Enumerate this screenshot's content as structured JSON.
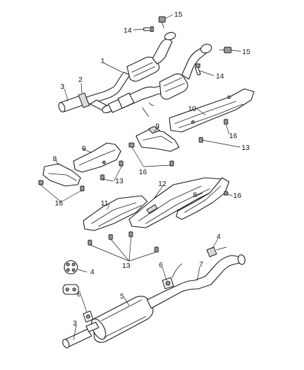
{
  "callouts": [
    {
      "id": "c1",
      "text": "1"
    },
    {
      "id": "c2",
      "text": "2"
    },
    {
      "id": "c3a",
      "text": "3"
    },
    {
      "id": "c14a",
      "text": "14"
    },
    {
      "id": "c15a",
      "text": "15"
    },
    {
      "id": "c15b",
      "text": "15"
    },
    {
      "id": "c14b",
      "text": "14"
    },
    {
      "id": "c10",
      "text": "10"
    },
    {
      "id": "c8a",
      "text": "8"
    },
    {
      "id": "c16a",
      "text": "16"
    },
    {
      "id": "c13a",
      "text": "13"
    },
    {
      "id": "c9",
      "text": "9"
    },
    {
      "id": "c8b",
      "text": "8"
    },
    {
      "id": "c16b",
      "text": "16"
    },
    {
      "id": "c13b",
      "text": "13"
    },
    {
      "id": "c16c",
      "text": "16"
    },
    {
      "id": "c12",
      "text": "12"
    },
    {
      "id": "c8c",
      "text": "8"
    },
    {
      "id": "c16d",
      "text": "16"
    },
    {
      "id": "c11",
      "text": "11"
    },
    {
      "id": "c13c",
      "text": "13"
    },
    {
      "id": "c4a",
      "text": "4"
    },
    {
      "id": "c7",
      "text": "7"
    },
    {
      "id": "c6a",
      "text": "6"
    },
    {
      "id": "c4b",
      "text": "4"
    },
    {
      "id": "c5",
      "text": "5"
    },
    {
      "id": "c6b",
      "text": "6"
    },
    {
      "id": "c3b",
      "text": "3"
    }
  ]
}
